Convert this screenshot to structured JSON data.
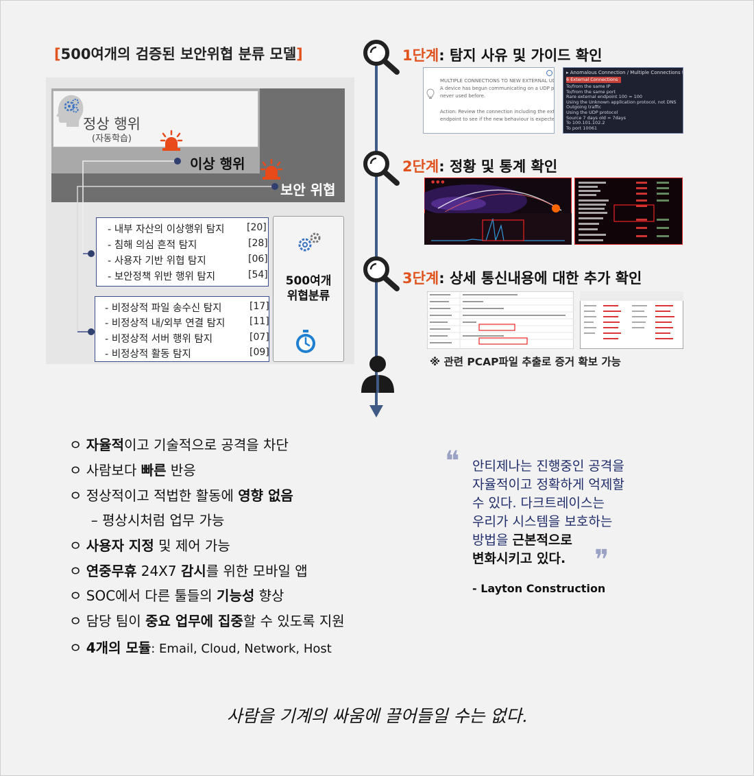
{
  "left": {
    "title_open": "[",
    "title": "500여개의 검증된 보안위협 분류 모델",
    "title_close": "]",
    "normal_title": "정상 행위",
    "normal_sub": "(자동학습)",
    "anomaly_label": "이상 행위",
    "threat_label": "보안 위협",
    "group1": [
      {
        "label": "- 내부 자산의 이상행위 탐지",
        "count": "[20]"
      },
      {
        "label": "- 침해 의심 흔적 탐지",
        "count": "[28]"
      },
      {
        "label": "- 사용자 기반 위협 탐지",
        "count": "[06]"
      },
      {
        "label": "- 보안정책 위반 행위 탐지",
        "count": "[54]"
      }
    ],
    "group2": [
      {
        "label": "- 비정상적 파일 송수신 탐지",
        "count": "[17]"
      },
      {
        "label": "- 비정상적 내/외부 연결 탐지",
        "count": "[11]"
      },
      {
        "label": "- 비정상적 서버 행위 탐지",
        "count": "[07]"
      },
      {
        "label": "- 비정상적 활동 탐지",
        "count": "[09]"
      }
    ],
    "side_line1": "500여개",
    "side_line2": "위협분류"
  },
  "steps": [
    {
      "num": "1단계",
      "title": ": 탐지 사유 및 가이드 확인"
    },
    {
      "num": "2단계",
      "title": ": 정황 및 통계 확인"
    },
    {
      "num": "3단계",
      "title": ": 상세 통신내용에 대한 추가 확인"
    }
  ],
  "shot1a": {
    "line1": "MULTIPLE CONNECTIONS TO NEW EXTERNAL UDP PORT",
    "line2": "A device has begun communicating on a UDP port it has",
    "line3": "never used before.",
    "line4": "Action: Review the connection including the external",
    "line5": "endpoint to see if the new behaviour is expected."
  },
  "shot1b": {
    "header": "▸ Anomalous Connection / Multiple Connections t",
    "tag": "6 External Connections",
    "lines": [
      "To/from the same IP",
      "To/from the same port",
      "Rare external endpoint 100 = 100",
      "Using the Unknown application protocol, not DNS",
      "Outgoing traffic",
      "Using the UDP protocol",
      "Source 7 days old = 7days",
      "To 100.101.102.2",
      "To port 10061"
    ]
  },
  "note": "※ 관련 PCAP파일 추출로 증거 확보 가능",
  "bullets": [
    {
      "pre": "ㅇ ",
      "b1": "자율적",
      "mid": "이고 기술적으로 공격을 차단"
    },
    {
      "pre": "ㅇ 사람보다 ",
      "b1": "빠른",
      "mid": " 반응"
    },
    {
      "pre": "ㅇ 정상적이고 적법한 활동에 ",
      "b1": "영향 없음",
      "mid": ""
    },
    {
      "pre": "     – 평상시처럼 업무 가능",
      "b1": "",
      "mid": ""
    },
    {
      "pre": "ㅇ ",
      "b1": "사용자 지정",
      "mid": " 및 제어 가능"
    },
    {
      "pre": "ㅇ ",
      "b1": "연중무휴",
      "mid": " 24X7 ",
      "b2": "감시",
      "post": "를 위한 모바일 앱"
    },
    {
      "pre": "ㅇ SOC에서 다른 툴들의 ",
      "b1": "기능성",
      "mid": " 향상"
    },
    {
      "pre": "ㅇ 담당 팀이 ",
      "b1": "중요 업무에 집중",
      "mid": "할 수 있도록 지원"
    },
    {
      "pre": "ㅇ ",
      "b1": "4개의 모듈",
      "mid": ": Email, Cloud, Network, Host"
    }
  ],
  "quote": {
    "open_mark": "❝",
    "close_mark": "❞",
    "line1": "안티제나는 진행중인 공격을",
    "line2": "자율적이고 정확하게 억제할",
    "line3": "수 있다. 다크트레이스는",
    "line4": "우리가 시스템을 보호하는",
    "line5_pre": "방법을 ",
    "line5_b": "근본적으로",
    "line6": "변화시키고 있다.",
    "author": "- Layton Construction"
  },
  "closing": "사람을 기계의 싸움에 끌어들일 수는 없다.",
  "colors": {
    "accent": "#e0531f",
    "navy": "#3a4f87",
    "timeline": "#3f5a85",
    "quote": "#1f2d6b",
    "alarm": "#e84a1a"
  }
}
